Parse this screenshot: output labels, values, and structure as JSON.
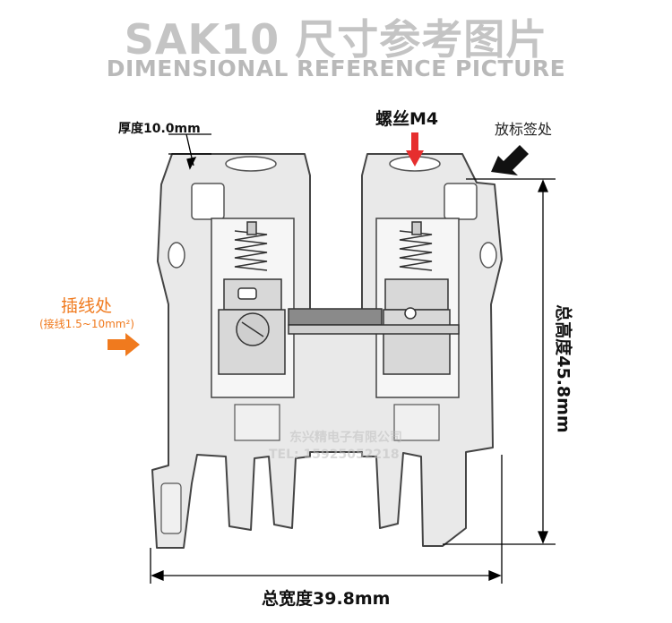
{
  "header": {
    "title": "SAK10 尺寸参考图片",
    "subtitle": "DIMENSIONAL REFERENCE PICTURE"
  },
  "annotations": {
    "thickness": "厚度10.0mm",
    "screw": "螺丝M4",
    "label_position": "放标签处",
    "wire_entry": "插线处",
    "wire_range": "(接线1.5~10mm²)",
    "total_width": "总宽度39.8mm",
    "total_height": "总高度45.8mm"
  },
  "watermark": {
    "company": "东兴精电子有限公司",
    "tel": "TEL: 15925052218"
  },
  "colors": {
    "accent_red": "#e62e2e",
    "accent_orange": "#f07a1e",
    "title_gray": "#c4c4c4"
  }
}
